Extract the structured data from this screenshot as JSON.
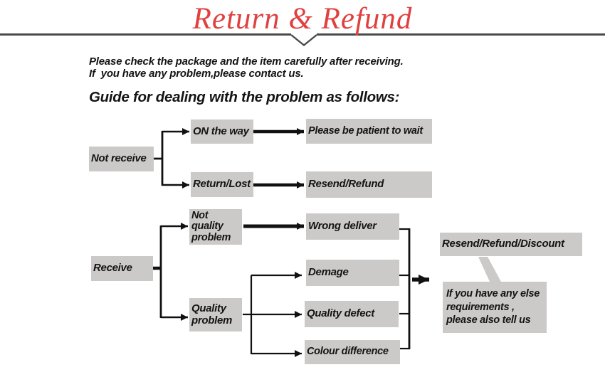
{
  "header": {
    "title": "Return & Refund"
  },
  "intro": {
    "line1": "Please check the package and the item carefully after receiving.",
    "line2": "If  you have any problem,please contact us.",
    "heading": "Guide for dealing with the problem as follows:"
  },
  "colors": {
    "accent_red": "#e04040",
    "node_gray": "#cbcac8",
    "header_line": "#4a4a4c",
    "arrow_black": "#111111"
  },
  "flowchart": {
    "not_receive": "Not receive",
    "on_the_way": "ON the way",
    "be_patient": "Please be patient to wait",
    "return_lost": "Return/Lost",
    "resend_refund": "Resend/Refund",
    "receive": "Receive",
    "not_quality_problem": "Not\nquality\nproblem",
    "wrong_deliver": "Wrong deliver",
    "demage": "Demage",
    "quality_problem": "Quality\nproblem",
    "quality_defect": "Quality defect",
    "colour_difference": "Colour difference",
    "outcome": "Resend/Refund/Discount",
    "bubble": "If you have any else\n requirements ,\nplease also tell us"
  }
}
